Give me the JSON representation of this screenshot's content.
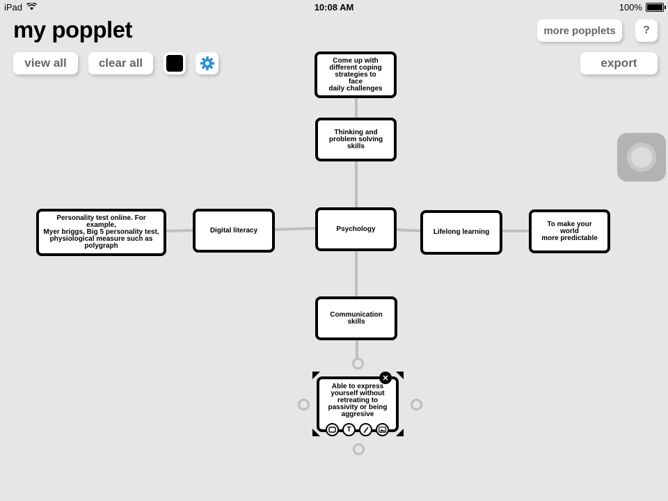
{
  "status_bar": {
    "device": "iPad",
    "time": "10:08 AM",
    "battery": "100%"
  },
  "app": {
    "title": "my popplet"
  },
  "toolbar": {
    "view_all": "view all",
    "clear_all": "clear all",
    "more_popplets": "more popplets",
    "help": "?",
    "export": "export",
    "current_color": "#000000"
  },
  "popples": {
    "coping": [
      "Come up with",
      "different coping",
      "strategies to face",
      "daily challenges"
    ],
    "thinking": [
      "Thinking and",
      "problem solving",
      "skills"
    ],
    "psychology": [
      "Psychology"
    ],
    "digital": [
      "Digital literacy"
    ],
    "personality": [
      "Personality test online. For example,",
      "Myer briggs, Big 5 personality test,",
      "physiological measure such as",
      "polygraph"
    ],
    "lifelong": [
      "Lifelong learning"
    ],
    "predictable": [
      "To make your world",
      "more predictable"
    ],
    "communication": [
      "Communication",
      "skills"
    ],
    "express": [
      "Able to express",
      "yourself without",
      "retreating to",
      "passivity or being",
      "aggresive"
    ]
  },
  "edit_tools": {
    "text": "T"
  }
}
